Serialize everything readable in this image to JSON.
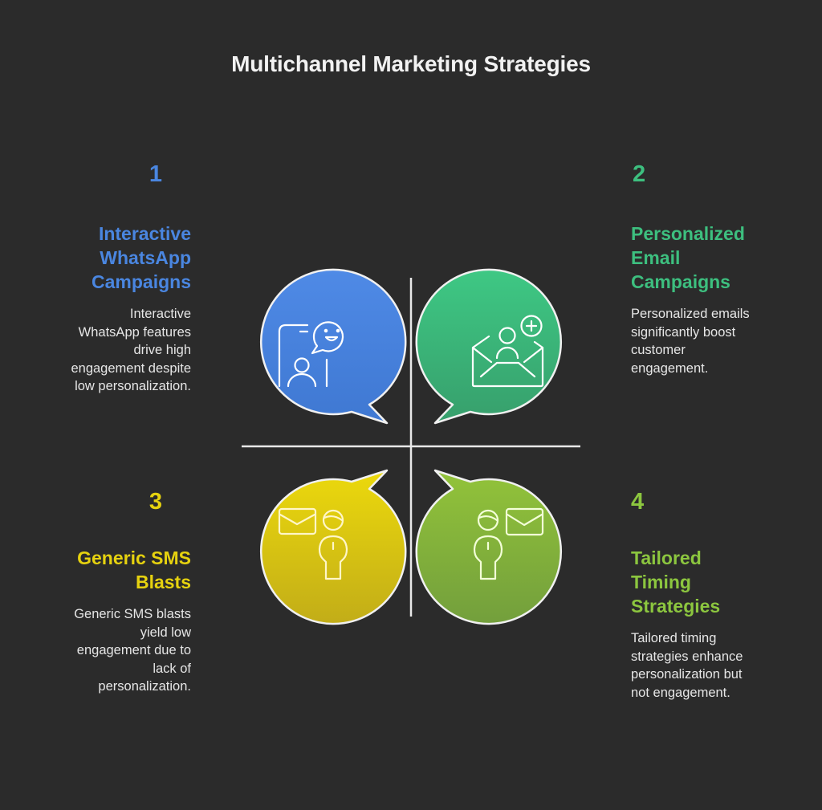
{
  "title": "Multichannel Marketing Strategies",
  "quadrants": [
    {
      "number": "1",
      "heading_lines": [
        "Interactive",
        "WhatsApp",
        "Campaigns"
      ],
      "description_lines": [
        "Interactive",
        "WhatsApp features",
        "drive high",
        "engagement despite",
        "low personalization."
      ],
      "color": "#4a86e0",
      "icon": "phone-chat-user-icon",
      "position": "top-left"
    },
    {
      "number": "2",
      "heading_lines": [
        "Personalized",
        "Email",
        "Campaigns"
      ],
      "description_lines": [
        "Personalized emails",
        "significantly boost",
        "customer",
        "engagement."
      ],
      "color": "#3dbf7f",
      "icon": "envelope-user-plus-icon",
      "position": "top-right"
    },
    {
      "number": "3",
      "heading_lines": [
        "Generic SMS",
        "Blasts"
      ],
      "description_lines": [
        "Generic SMS blasts",
        "yield low",
        "engagement due to",
        "lack of",
        "personalization."
      ],
      "color": "#e6d20f",
      "icon": "envelope-person-icon",
      "position": "bottom-left"
    },
    {
      "number": "4",
      "heading_lines": [
        "Tailored",
        "Timing",
        "Strategies"
      ],
      "description_lines": [
        "Tailored timing",
        "strategies enhance",
        "personalization but",
        "not engagement."
      ],
      "color": "#8cc63f",
      "icon": "person-envelope-icon",
      "position": "bottom-right"
    }
  ],
  "colors": {
    "background": "#2b2b2b",
    "title": "#f2f2f2",
    "description": "#e6e6e6",
    "axis": "#e8e8e8"
  }
}
